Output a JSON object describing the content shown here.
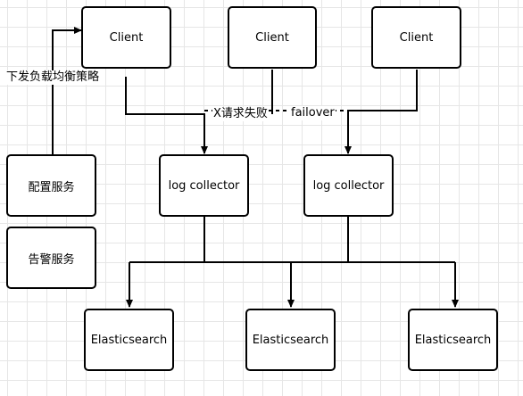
{
  "nodes": {
    "client_1": "Client",
    "client_2": "Client",
    "client_3": "Client",
    "collector_1": "log collector",
    "collector_2": "log collector",
    "config_service": "配置服务",
    "alert_service": "告警服务",
    "es_1": "Elasticsearch",
    "es_2": "Elasticsearch",
    "es_3": "Elasticsearch"
  },
  "edge_labels": {
    "push_lb_policy": "下发负载均衡策略",
    "request_failed": "X请求失败",
    "failover": "failover"
  },
  "colors": {
    "line": "#000000",
    "grid": "#e6e6e6"
  }
}
